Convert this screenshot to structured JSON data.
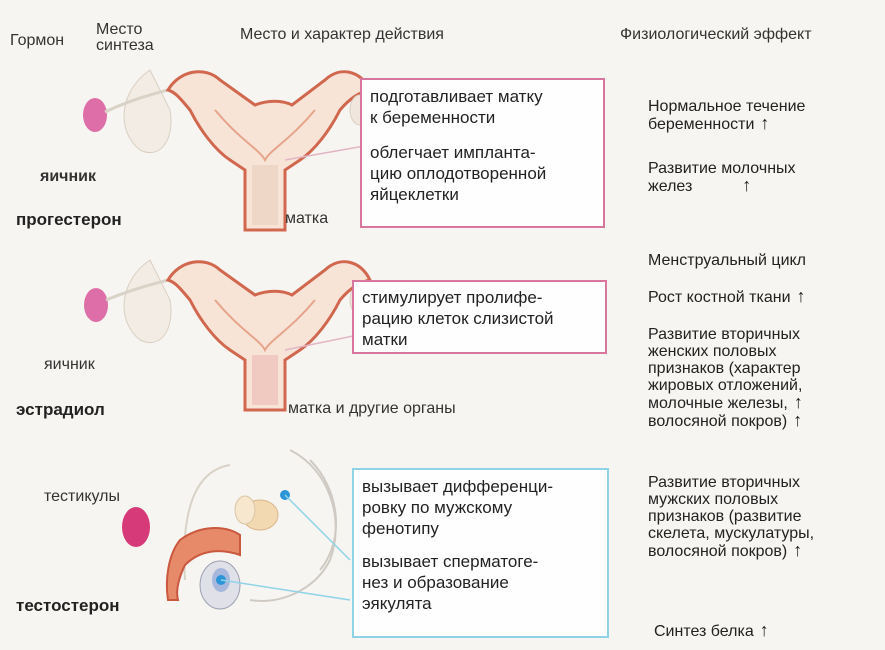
{
  "header": {
    "hormone": "Гормон",
    "site_line1": "Место",
    "site_line2": "синтеза",
    "action": "Место и характер действия",
    "effect": "Физиологический эффект"
  },
  "progesterone": {
    "site": "яичник",
    "hormone": "прогестерон",
    "organ": "матка",
    "box": {
      "p1_line1": "подготавливает матку",
      "p1_line2": "к беременности",
      "p2_line1": "облегчает импланта-",
      "p2_line2": "цию оплодотворенной",
      "p2_line3": "яйцеклетки"
    },
    "effects": {
      "e1_line1": "Нормальное течение",
      "e1_line2": "беременности",
      "e2_line1": "Развитие молочных",
      "e2_line2": "желез"
    }
  },
  "estradiol": {
    "site": "яичник",
    "hormone": "эстрадиол",
    "organ": "матка и другие органы",
    "box": {
      "line1": "стимулирует пролифе-",
      "line2": "рацию клеток слизистой",
      "line3": "матки"
    },
    "effects": {
      "e1": "Менструальный цикл",
      "e2": "Рост костной ткани",
      "e3_l1": "Развитие вторичных",
      "e3_l2": "женских половых",
      "e3_l3": "признаков (характер",
      "e3_l4": "жировых отложений,",
      "e3_l5": "молочные железы,",
      "e3_l6": "волосяной покров)"
    }
  },
  "testosterone": {
    "site": "тестикулы",
    "hormone": "тестостерон",
    "box": {
      "p1_line1": "вызывает дифференци-",
      "p1_line2": "ровку по мужскому",
      "p1_line3": "фенотипу",
      "p2_line1": "вызывает сперматоге-",
      "p2_line2": "нез и образование",
      "p2_line3": "эякулята"
    },
    "effects": {
      "e1_l1": "Развитие вторичных",
      "e1_l2": "мужских половых",
      "e1_l3": "признаков (развитие",
      "e1_l4": "скелета, мускулатуры,",
      "e1_l5": "волосяной покров)",
      "e2": "Синтез белка"
    }
  },
  "symbols": {
    "up_arrow": "↑"
  },
  "colors": {
    "pink_box": "#d9769e",
    "blue_box": "#8fd3e6",
    "ovary": "#d9569a",
    "testis": "#d63a78",
    "uterus_outline": "#d0674e"
  }
}
